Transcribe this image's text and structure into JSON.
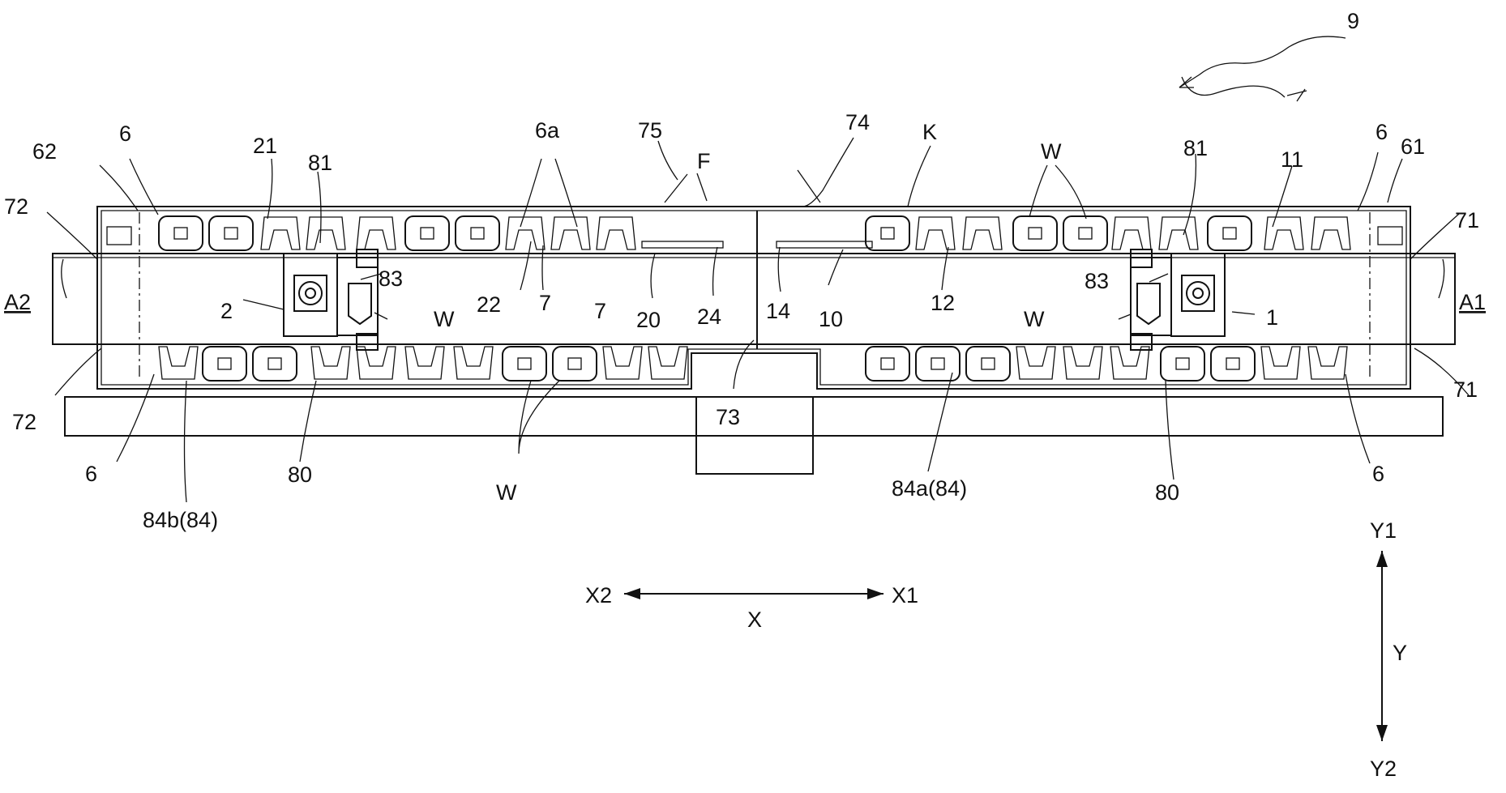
{
  "figure": {
    "ref_number": "9",
    "labels": {
      "l62": "62",
      "l6_tl": "6",
      "l21": "21",
      "l81_l": "81",
      "l6a": "6a",
      "l75": "75",
      "lF": "F",
      "l74": "74",
      "lK": "K",
      "lW_top": "W",
      "l81_r": "81",
      "l11": "11",
      "l6_tr": "6",
      "l61": "61",
      "l72_tl": "72",
      "l71_tr": "71",
      "lA2": "A2",
      "lA1": "A1",
      "l83_l": "83",
      "l2": "2",
      "lW_l": "W",
      "l22": "22",
      "l7_a": "7",
      "l7_b": "7",
      "l20": "20",
      "l24": "24",
      "l14": "14",
      "l10": "10",
      "l12": "12",
      "l83_r": "83",
      "lW_r": "W",
      "l1": "1",
      "l72_bl": "72",
      "l71_br": "71",
      "l73": "73",
      "l6_bl": "6",
      "l80_l": "80",
      "lW_bot": "W",
      "l84a": "84a(84)",
      "l80_r": "80",
      "l6_br": "6",
      "l84b": "84b(84)"
    },
    "axes": {
      "x_pos": "X1",
      "x_neg": "X2",
      "x_name": "X",
      "y_pos": "Y1",
      "y_neg": "Y2",
      "y_name": "Y"
    }
  }
}
